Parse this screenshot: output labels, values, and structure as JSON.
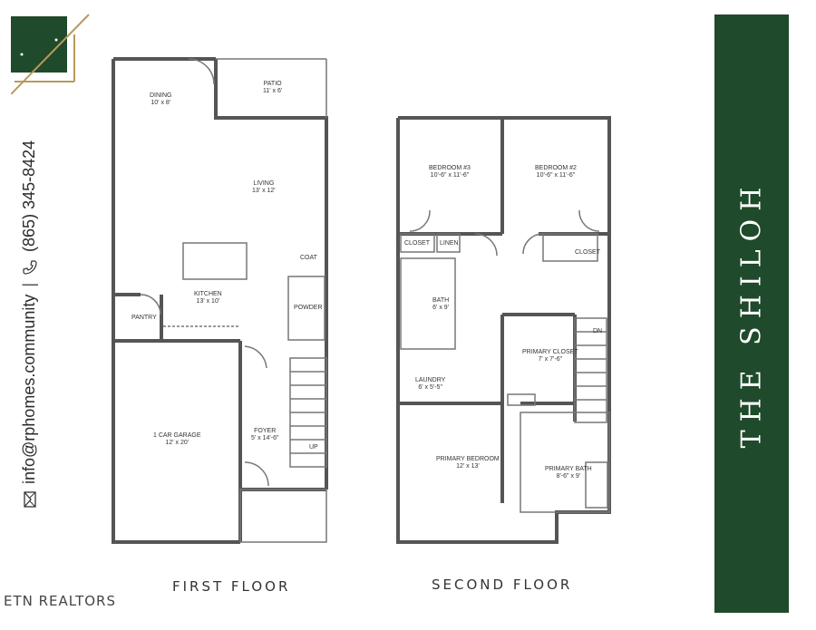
{
  "colors": {
    "banner": "#1f4a2b",
    "logo_gold": "#b89a5a",
    "wall": "#555555"
  },
  "contact": {
    "email": "info@rphomes.community",
    "separator": "|",
    "phone": "(865) 345-8424"
  },
  "icons": {
    "email": "mail-icon",
    "phone": "phone-icon"
  },
  "banner": {
    "title": "THE SHILOH"
  },
  "brand": {
    "name": "ETN REALTORS"
  },
  "first_floor": {
    "label": "FIRST FLOOR",
    "rooms": [
      {
        "name": "DINING",
        "dim": "10' x 8'"
      },
      {
        "name": "PATIO",
        "dim": "11' x 6'"
      },
      {
        "name": "LIVING",
        "dim": "13' x 12'"
      },
      {
        "name": "COAT",
        "dim": ""
      },
      {
        "name": "KITCHEN",
        "dim": "13' x 10'"
      },
      {
        "name": "PANTRY",
        "dim": ""
      },
      {
        "name": "POWDER",
        "dim": ""
      },
      {
        "name": "1 CAR GARAGE",
        "dim": "12' x 20'"
      },
      {
        "name": "FOYER",
        "dim": "5' x 14'-6\""
      },
      {
        "name": "UP",
        "dim": ""
      }
    ]
  },
  "second_floor": {
    "label": "SECOND FLOOR",
    "rooms": [
      {
        "name": "BEDROOM #3",
        "dim": "10'-6\" x 11'-6\""
      },
      {
        "name": "BEDROOM #2",
        "dim": "10'-6\" x 11'-6\""
      },
      {
        "name": "CLOSET",
        "dim": ""
      },
      {
        "name": "LINEN",
        "dim": ""
      },
      {
        "name": "CLOSET",
        "dim": ""
      },
      {
        "name": "BATH",
        "dim": "6' x 9'"
      },
      {
        "name": "DN",
        "dim": ""
      },
      {
        "name": "PRIMARY CLOSET",
        "dim": "7' x 7'-6\""
      },
      {
        "name": "LAUNDRY",
        "dim": "6' x 5'-5\""
      },
      {
        "name": "PRIMARY BEDROOM",
        "dim": "12' x 13'"
      },
      {
        "name": "PRIMARY BATH",
        "dim": "8'-6\" x 9'"
      }
    ]
  }
}
